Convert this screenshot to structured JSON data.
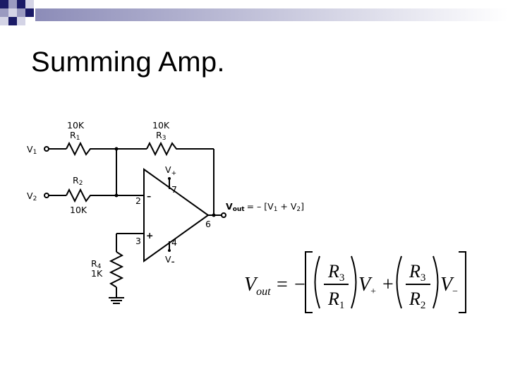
{
  "slide": {
    "title": "Summing Amp."
  },
  "circuit": {
    "r1": {
      "value": "10K",
      "name": "R",
      "sub": "1"
    },
    "r2": {
      "value": "10K",
      "name": "R",
      "sub": "2"
    },
    "r3": {
      "value": "10K",
      "name": "R",
      "sub": "3"
    },
    "r4": {
      "value": "1K",
      "name": "R",
      "sub": "4"
    },
    "inputs": [
      {
        "name": "V",
        "sub": "1"
      },
      {
        "name": "V",
        "sub": "2"
      }
    ],
    "pins": {
      "inverting": "2",
      "noninverting": "3",
      "output": "6",
      "v_plus": "7",
      "v_minus": "4"
    },
    "opamp_signs": {
      "minus": "–",
      "plus": "+"
    },
    "supply": {
      "plus": "V",
      "plus_sign": "+",
      "minus": "V",
      "minus_sign": "–"
    },
    "output_label": {
      "v": "V",
      "v_sub": "out",
      "expr": "= – [V",
      "sub1": "1",
      "plus": " + V",
      "sub2": "2",
      "close": "]"
    }
  },
  "formula": {
    "lhs": "V",
    "lhs_sub": "out",
    "equals": "=",
    "minus": "−",
    "r_num_1": "R",
    "r_num_1_sub": "3",
    "r_den_1": "R",
    "r_den_1_sub": "1",
    "v_plus": "V",
    "v_plus_sub": "+",
    "plus": "+",
    "r_num_2": "R",
    "r_num_2_sub": "3",
    "r_den_2": "R",
    "r_den_2_sub": "2",
    "v_minus": "V",
    "v_minus_sub": "−"
  },
  "colors": {
    "decor_dark": "#1a1a66",
    "decor_mid": "#9a9ac0",
    "decor_light": "#d4d4e6",
    "bar_start": "#8c8cb8",
    "bar_end": "#ffffff"
  }
}
